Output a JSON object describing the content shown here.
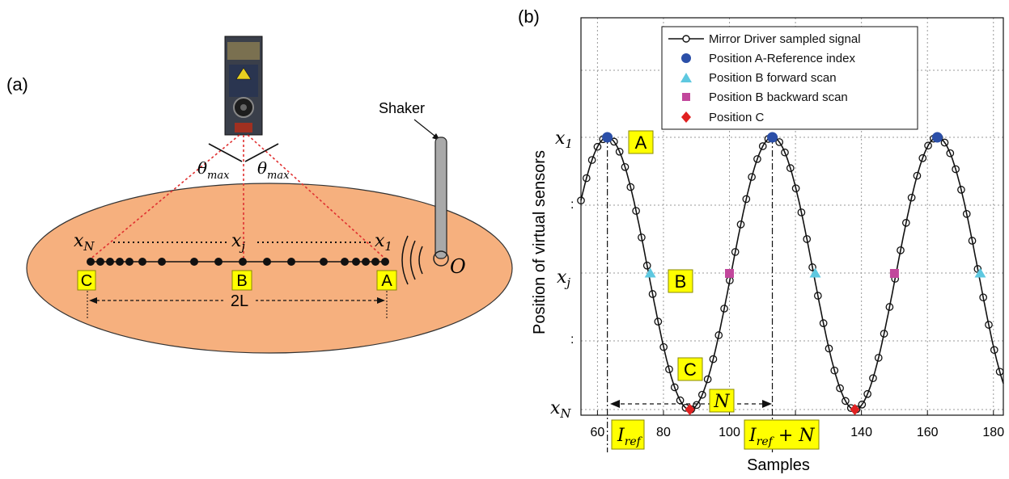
{
  "panel_a": {
    "label": "(a)",
    "shaker_label": "Shaker",
    "theta_left": "θmax",
    "theta_right": "θmax",
    "origin_label": "O",
    "x_n": "xN",
    "x_j": "xj",
    "x_1": "x1",
    "box_c": "C",
    "box_b": "B",
    "box_a": "A",
    "span_label": "2L",
    "colors": {
      "plate": "#f6b07e",
      "laser_lines": "#e03030",
      "dots": "#111111",
      "shaker": "#a9a9a9"
    }
  },
  "panel_b": {
    "label": "(b)",
    "xlabel": "Samples",
    "ylabel": "Position of virtual sensors",
    "y_ticks": [
      "x1",
      ":",
      "xj",
      ":",
      "xN"
    ],
    "x_ticks": [
      "60",
      "80",
      "100",
      "120",
      "140",
      "160",
      "180"
    ],
    "legend": [
      {
        "label": "Mirror Driver sampled signal",
        "marker": "circle-line",
        "color": "#111111"
      },
      {
        "label": "Position A-Reference index",
        "marker": "circle",
        "color": "#2b4fa8"
      },
      {
        "label": "Position B forward scan",
        "marker": "triangle",
        "color": "#5ec8e0"
      },
      {
        "label": "Position B backward scan",
        "marker": "square",
        "color": "#c2479c"
      },
      {
        "label": "Position C",
        "marker": "diamond",
        "color": "#e02020"
      }
    ],
    "annotations": {
      "box_a": "A",
      "box_b": "B",
      "box_c": "C",
      "n_label": "N",
      "i_ref": "Iref",
      "i_ref_n": "Iref + N"
    }
  },
  "chart_data": {
    "type": "line",
    "xlim": [
      55,
      183
    ],
    "ylim": [
      -1,
      1
    ],
    "x_ticks": [
      60,
      80,
      100,
      120,
      140,
      160,
      180
    ],
    "grid": true,
    "legend_position": "top-right",
    "series": [
      {
        "name": "Mirror Driver sampled signal",
        "x_start": 55,
        "x_end": 183,
        "step": 1.67,
        "period": 50,
        "phase_peak": 63
      },
      {
        "name": "Position A-Reference index",
        "points": [
          [
            63,
            1
          ],
          [
            113,
            1
          ],
          [
            163,
            1
          ]
        ]
      },
      {
        "name": "Position B forward scan",
        "points": [
          [
            76,
            0
          ],
          [
            126,
            0
          ],
          [
            176,
            0
          ]
        ]
      },
      {
        "name": "Position B backward scan",
        "points": [
          [
            100,
            0
          ],
          [
            150,
            0
          ]
        ]
      },
      {
        "name": "Position C",
        "points": [
          [
            88,
            -1
          ],
          [
            138,
            -1
          ]
        ]
      }
    ],
    "vlines": [
      63,
      113
    ]
  }
}
